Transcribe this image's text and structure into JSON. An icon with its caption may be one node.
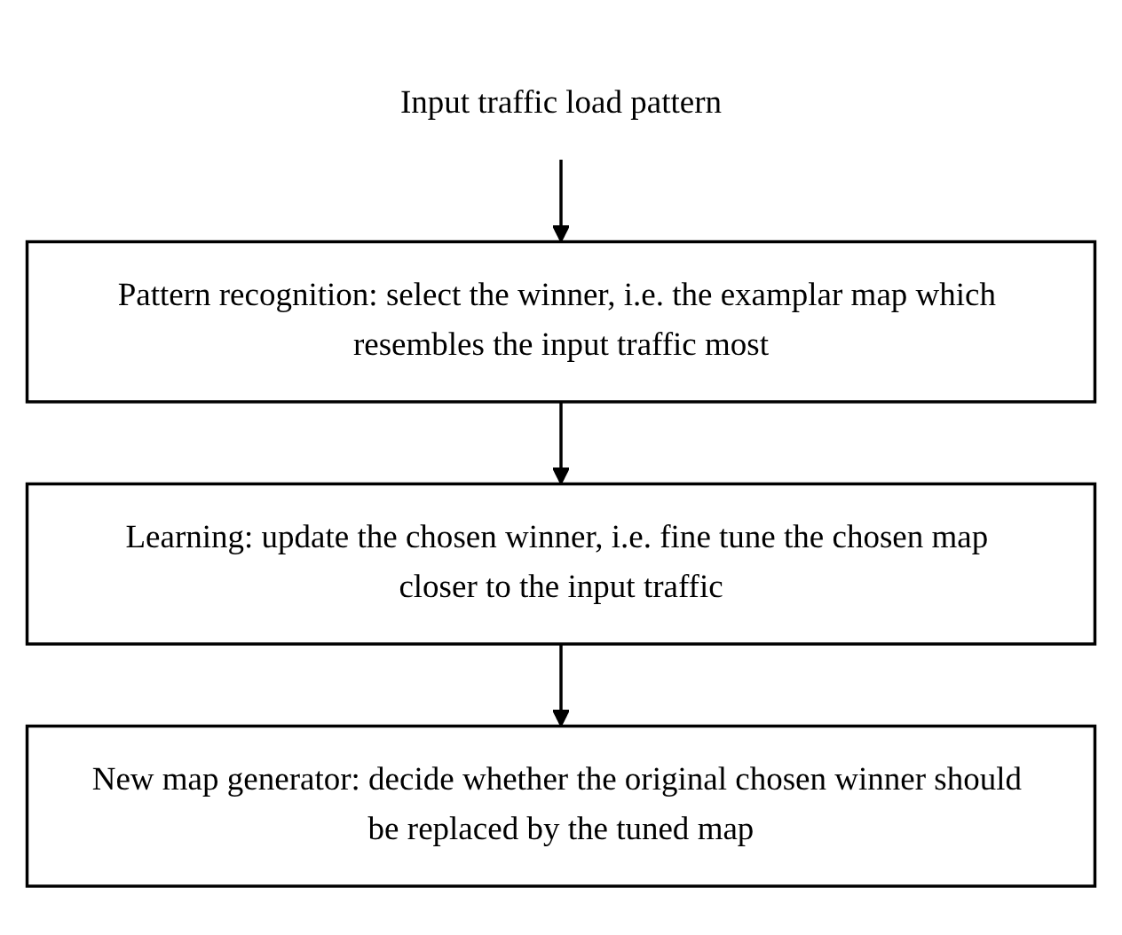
{
  "diagram": {
    "nodes": [
      {
        "text": [
          "Input traffic load pattern"
        ]
      },
      {
        "text": [
          "Pattern recognition: select the winner, i.e. the examplar map which resembles the input traffic most"
        ]
      },
      {
        "text": [
          "Learning: update the chosen winner, i.e. fine tune the chosen map closer to the input traffic"
        ]
      },
      {
        "text": [
          "New map generator: decide whether the original chosen winner should be replaced by the tuned map"
        ]
      }
    ],
    "edges": [
      {
        "from": 0,
        "to": 1,
        "arrow": "to"
      },
      {
        "from": 1,
        "to": 2,
        "arrow": "to"
      },
      {
        "from": 2,
        "to": 3,
        "arrow": "to"
      }
    ]
  }
}
